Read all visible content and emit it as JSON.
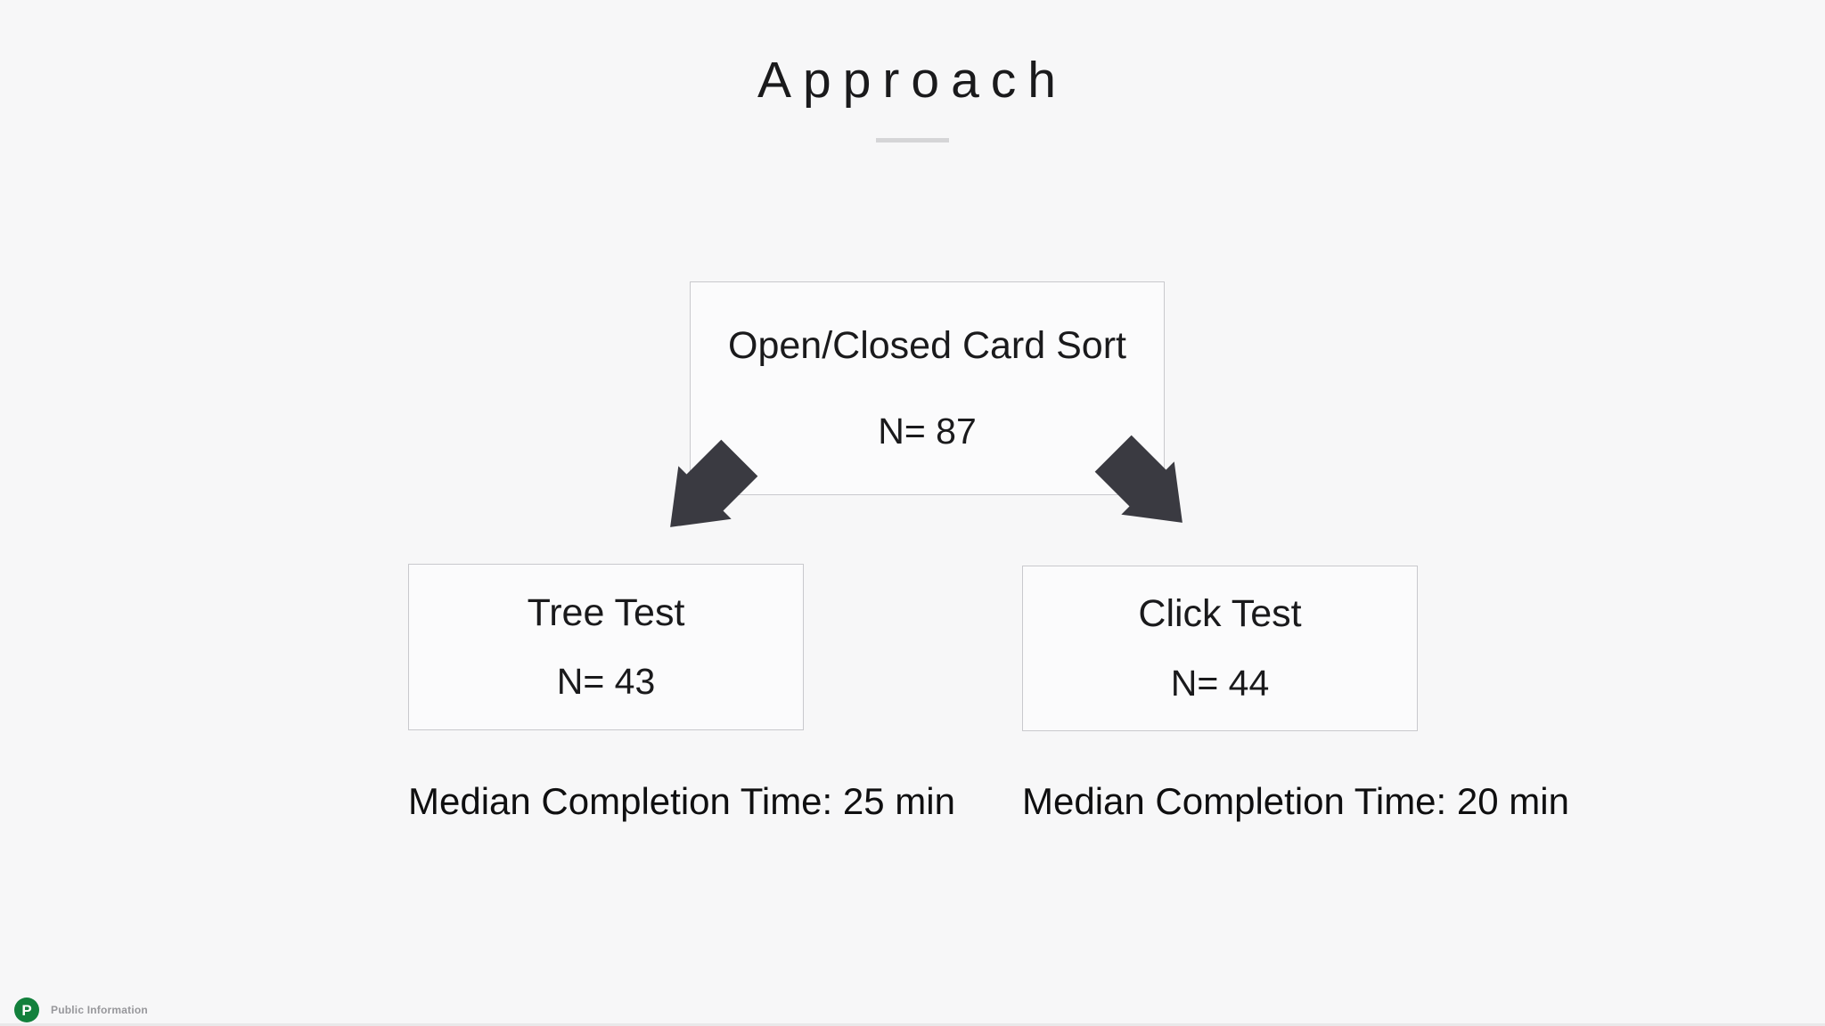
{
  "slide": {
    "title": "Approach",
    "flow": {
      "root": {
        "title": "Open/Closed Card Sort",
        "n_label": "N= 87"
      },
      "left": {
        "title": "Tree Test",
        "n_label": "N= 43",
        "metric": "Median Completion Time: 25 min"
      },
      "right": {
        "title": "Click Test",
        "n_label": "N= 44",
        "metric": "Median Completion Time: 20 min"
      }
    },
    "footer": {
      "badge_letter": "P",
      "badge_label": "Public Information"
    }
  },
  "theme": {
    "bg": "#f7f7f8",
    "card-bg": "#fbfbfc",
    "card-border": "#c9c9cd",
    "text": "#1a1a1c",
    "arrow": "#3a3a41",
    "underline": "#d5d5d7",
    "badge-green": "#12803c",
    "badge-text": "#97979b"
  }
}
